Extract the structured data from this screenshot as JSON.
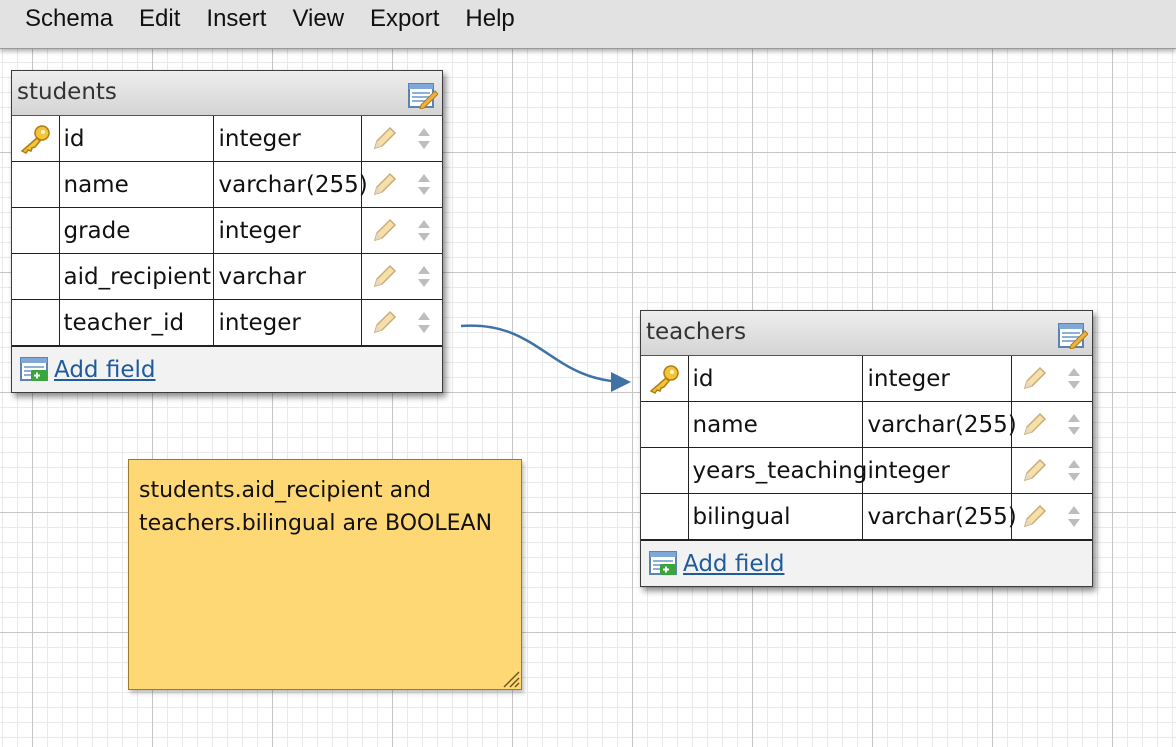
{
  "menu": {
    "items": [
      "Schema",
      "Edit",
      "Insert",
      "View",
      "Export",
      "Help"
    ]
  },
  "tables": {
    "students": {
      "title": "students",
      "fields": [
        {
          "name": "id",
          "type": "integer",
          "primary_key": true
        },
        {
          "name": "name",
          "type": "varchar(255)"
        },
        {
          "name": "grade",
          "type": "integer"
        },
        {
          "name": "aid_recipient",
          "type": "varchar"
        },
        {
          "name": "teacher_id",
          "type": "integer"
        }
      ],
      "add_label": "Add field"
    },
    "teachers": {
      "title": "teachers",
      "fields": [
        {
          "name": "id",
          "type": "integer",
          "primary_key": true
        },
        {
          "name": "name",
          "type": "varchar(255)"
        },
        {
          "name": "years_teaching",
          "type": "integer"
        },
        {
          "name": "bilingual",
          "type": "varchar(255)"
        }
      ],
      "add_label": "Add field"
    }
  },
  "note": {
    "lines": [
      "students.aid_recipient and",
      "teachers.bilingual are BOOLEAN"
    ]
  },
  "relation": {
    "from": "students.teacher_id",
    "to": "teachers.id"
  },
  "colors": {
    "note": "#fed874",
    "link": "#1f5a9a",
    "connector": "#3f73a6",
    "menubar": "#e2e2e2"
  },
  "icons": [
    "key-icon",
    "pencil-icon",
    "updown-icon",
    "edit-table-icon",
    "add-field-icon",
    "resize-grip-icon"
  ]
}
